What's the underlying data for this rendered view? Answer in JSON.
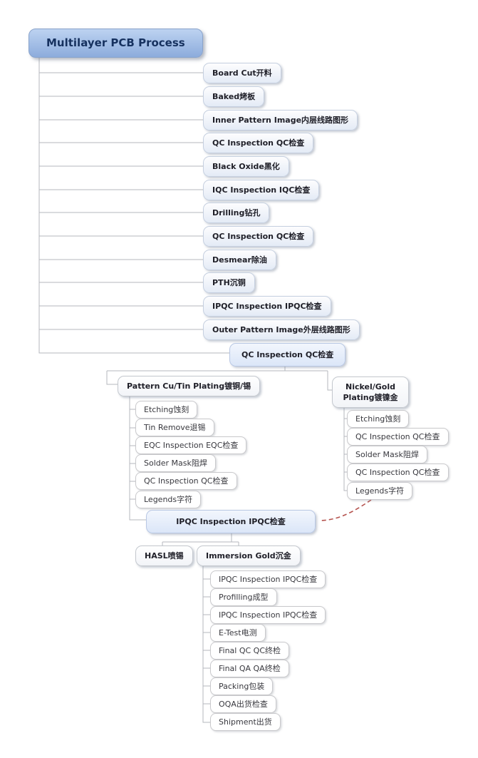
{
  "root": {
    "title": "Multilayer PCB Process"
  },
  "colors": {
    "root_top": "#bdd3f1",
    "root_bottom": "#8cacdc",
    "gate_fill": "#dbe6f8",
    "connector": "#b4b7bd",
    "cross_link_red": "#b5534e"
  },
  "main_steps": [
    "Board Cut开料",
    "Baked烤板",
    "Inner Pattern Image内层线路图形",
    "QC Inspection QC检查",
    "Black Oxide黑化",
    "IQC Inspection IQC检查",
    "Drilling钻孔",
    "QC Inspection QC检查",
    "Desmear除油",
    "PTH沉铜",
    "IPQC Inspection IPQC检查",
    "Outer Pattern Image外层线路图形"
  ],
  "qc_gate": "QC Inspection QC检查",
  "branches": {
    "pattern": {
      "label": "Pattern Cu/Tin Plating镀铜/锡",
      "children": [
        "Etching蚀刻",
        "Tin Remove退锡",
        "EQC Inspection EQC检查",
        "Solder Mask阻焊",
        "QC Inspection QC检查",
        "Legends字符"
      ]
    },
    "nickel": {
      "label1": "Nickel/Gold",
      "label2": "Plating镀镍金",
      "children": [
        "Etching蚀刻",
        "QC Inspection QC检查",
        "Solder Mask阻焊",
        "QC Inspection QC检查",
        "Legends字符"
      ]
    }
  },
  "ipqc_gate": "IPQC Inspection IPQC检查",
  "finish": {
    "hasl": "HASL喷锡",
    "immersion": "Immersion Gold沉金",
    "children": [
      "IPQC Inspection IPQC检查",
      "Profilling成型",
      "IPQC Inspection IPQC检查",
      "E-Test电测",
      "Final QC QC终检",
      "Final QA QA终检",
      "Packing包装",
      "OQA出货检查",
      "Shipment出货"
    ]
  }
}
